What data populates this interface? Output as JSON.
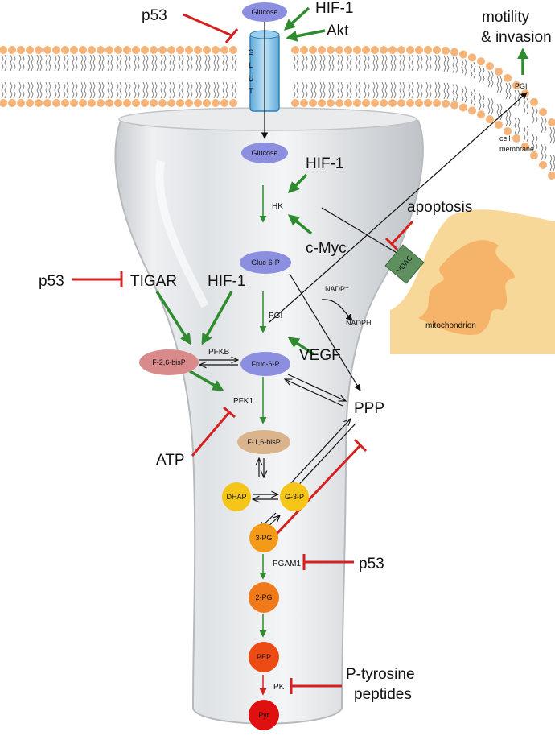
{
  "regulators": {
    "p53_top": "p53",
    "hif1_top": "HIF-1",
    "akt": "Akt",
    "hif1_hk": "HIF-1",
    "cmyc": "c-Myc",
    "p53_tigar": "p53",
    "tigar": "TIGAR",
    "hif1_pfkb": "HIF-1",
    "vegf": "VEGF",
    "atp": "ATP",
    "p53_pgam": "p53",
    "ptyr_line1": "P-tyrosine",
    "ptyr_line2": "peptides"
  },
  "outcomes": {
    "motility_line1": "motility",
    "motility_line2": "& invasion",
    "apoptosis": "apoptosis",
    "ppp": "PPP"
  },
  "membrane": {
    "glut": [
      "G",
      "L",
      "U",
      "T"
    ],
    "pgi_membrane": "PGI",
    "cell_label_line1": "cell",
    "cell_label_line2": "membrane"
  },
  "metabolites": {
    "glucose_out": "Glucose",
    "glucose_in": "Glucose",
    "gluc6p": "Gluc-6-P",
    "fruc6p": "Fruc-6-P",
    "f26bisp": "F-2,6-bisP",
    "f16bisp": "F-1,6-bisP",
    "dhap": "DHAP",
    "g3p": "G-3-P",
    "pg3": "3-PG",
    "pg2": "2-PG",
    "pep": "PEP",
    "pyr": "Pyr"
  },
  "enzymes": {
    "hk": "HK",
    "pgi": "PGI",
    "pfkb": "PFKB",
    "pfk1": "PFK1",
    "pgam1": "PGAM1",
    "pk": "PK",
    "vdac": "VDAC"
  },
  "side": {
    "nadp": "NADP⁺",
    "nadph": "NADPH",
    "mitochondrion": "mitochondrion"
  },
  "colors": {
    "activation": "#2e8b2e",
    "inhibition": "#d62020",
    "glucose": "#8c8fe0",
    "f26bisp": "#d98a8a",
    "f16bisp": "#d9b48c",
    "triose": "#f5c518",
    "pg3": "#f59a18",
    "pg2": "#f07a1a",
    "pep": "#ee4a14",
    "pyr": "#e01010",
    "vdac": "#5e8f5e",
    "mito_outer": "#f8d898",
    "mito_inner": "#f5b46a",
    "membrane_head": "#f5b47a"
  }
}
